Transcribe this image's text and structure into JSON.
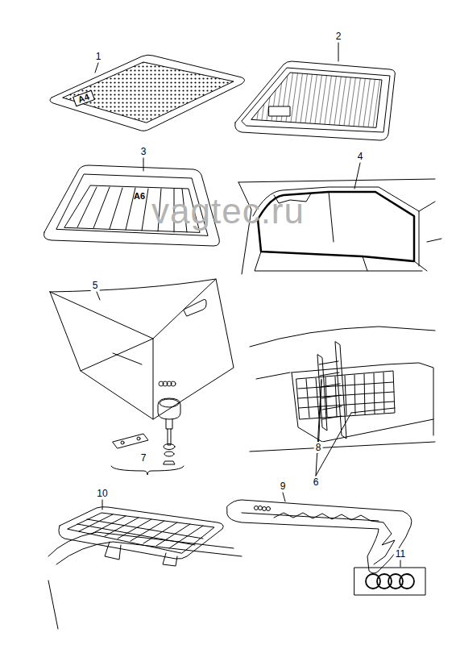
{
  "diagram": {
    "labels": [
      "1",
      "2",
      "3",
      "4",
      "5",
      "6",
      "7",
      "8",
      "9",
      "10",
      "11",
      "vagtec.ru",
      "A4",
      "A6"
    ]
  }
}
